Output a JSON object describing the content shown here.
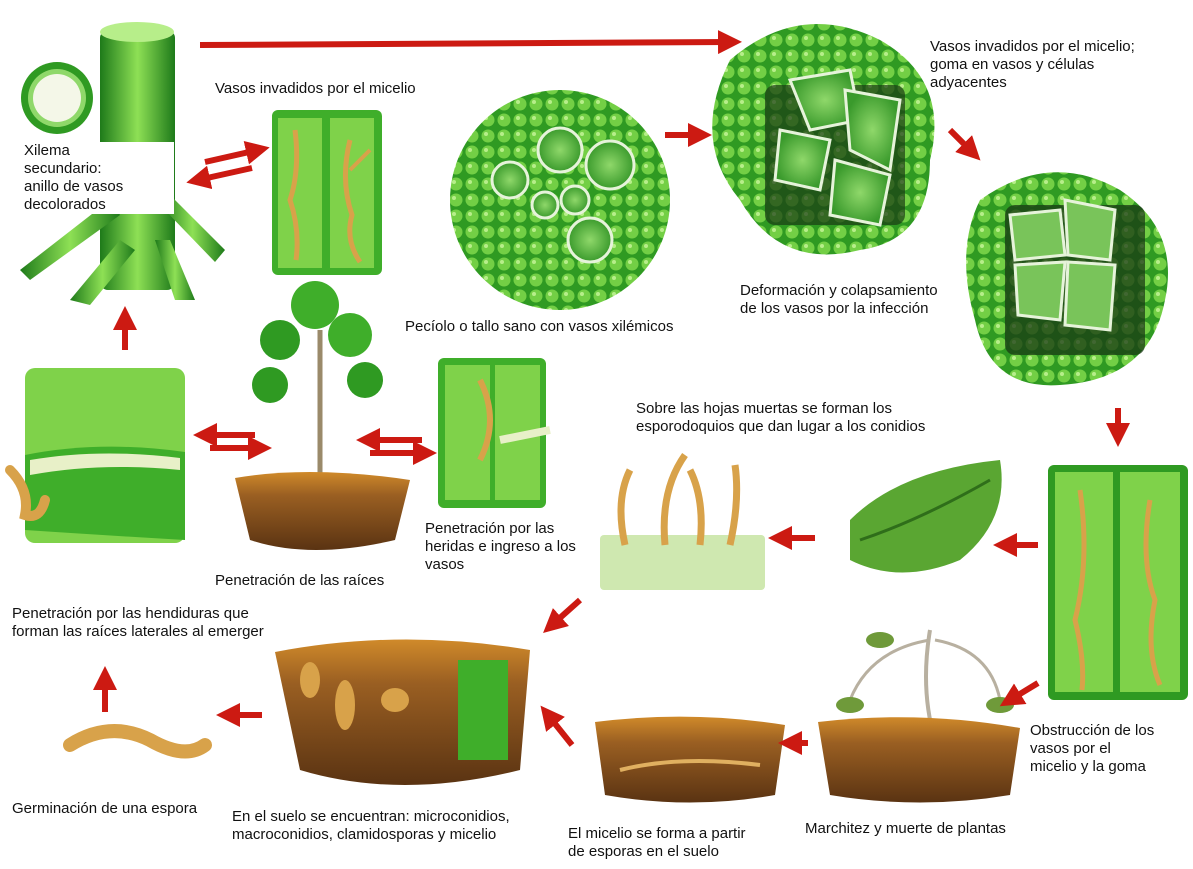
{
  "labels": {
    "xilema": "Xilema\nsecundario:\nanillo de vasos\ndecolorados",
    "vasos_invadidos": "Vasos invadidos por el micelio",
    "vasos_invadidos_goma": "Vasos invadidos por el micelio;\ngoma en vasos y células\nadyacentes",
    "peciolo": "Pecíolo o tallo sano con vasos xilémicos",
    "deformacion": "Deformación y colapsamiento\nde los vasos por la infección",
    "esporodoquios": "Sobre las hojas muertas se forman los\nesporodoquios que dan lugar a los conidios",
    "penetracion_heridas": "Penetración por las\nheridas e ingreso a los\nvasos",
    "penetracion_raices": "Penetración de las raíces",
    "penetracion_hendiduras": "Penetración por las hendiduras que\nforman las raíces laterales al emerger",
    "obstruccion": "Obstrucción de los\nvasos por el\nmicelio y la goma",
    "germinacion": "Germinación de una espora",
    "suelo": "En el suelo se encuentran: microconidios,\nmacroconidios, clamidosporas y micelio",
    "micelio_suelo": "El micelio se forma a partir\nde esporas en el suelo",
    "marchitez": "Marchitez y muerte de plantas"
  },
  "colors": {
    "arrow": "#cc1a12",
    "green_light": "#7fd24a",
    "green_mid": "#3fae2a",
    "green_dark": "#1d6e1a",
    "hypha": "#d8a24a",
    "soil": "#8a5522",
    "soil_top": "#c27a22"
  }
}
